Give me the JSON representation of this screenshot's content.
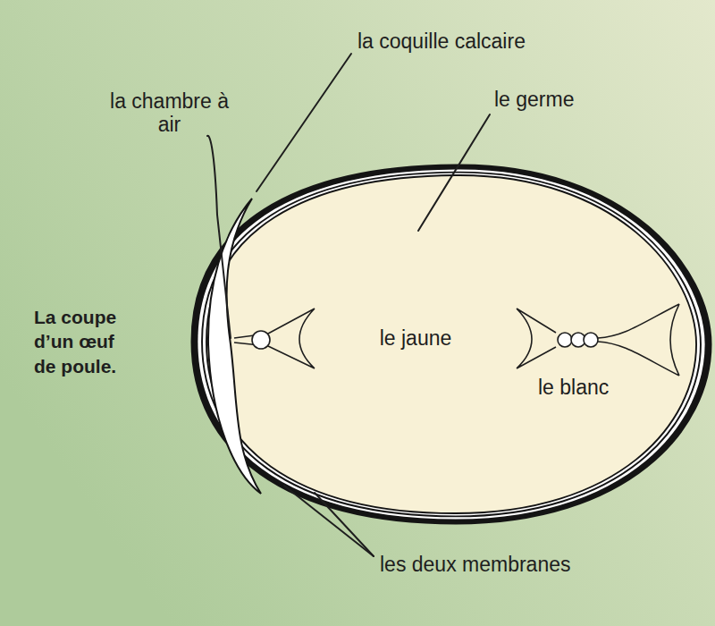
{
  "diagram": {
    "caption": "La coupe d’un œuf de poule.",
    "nodes": [
      {
        "text": [
          "le blanc"
        ]
      },
      {
        "text": [
          "le jaune"
        ],
        "in": 0
      }
    ],
    "labels": [
      "la coquille calcaire",
      "la chambre à air",
      "le germe",
      "les deux membranes"
    ]
  }
}
